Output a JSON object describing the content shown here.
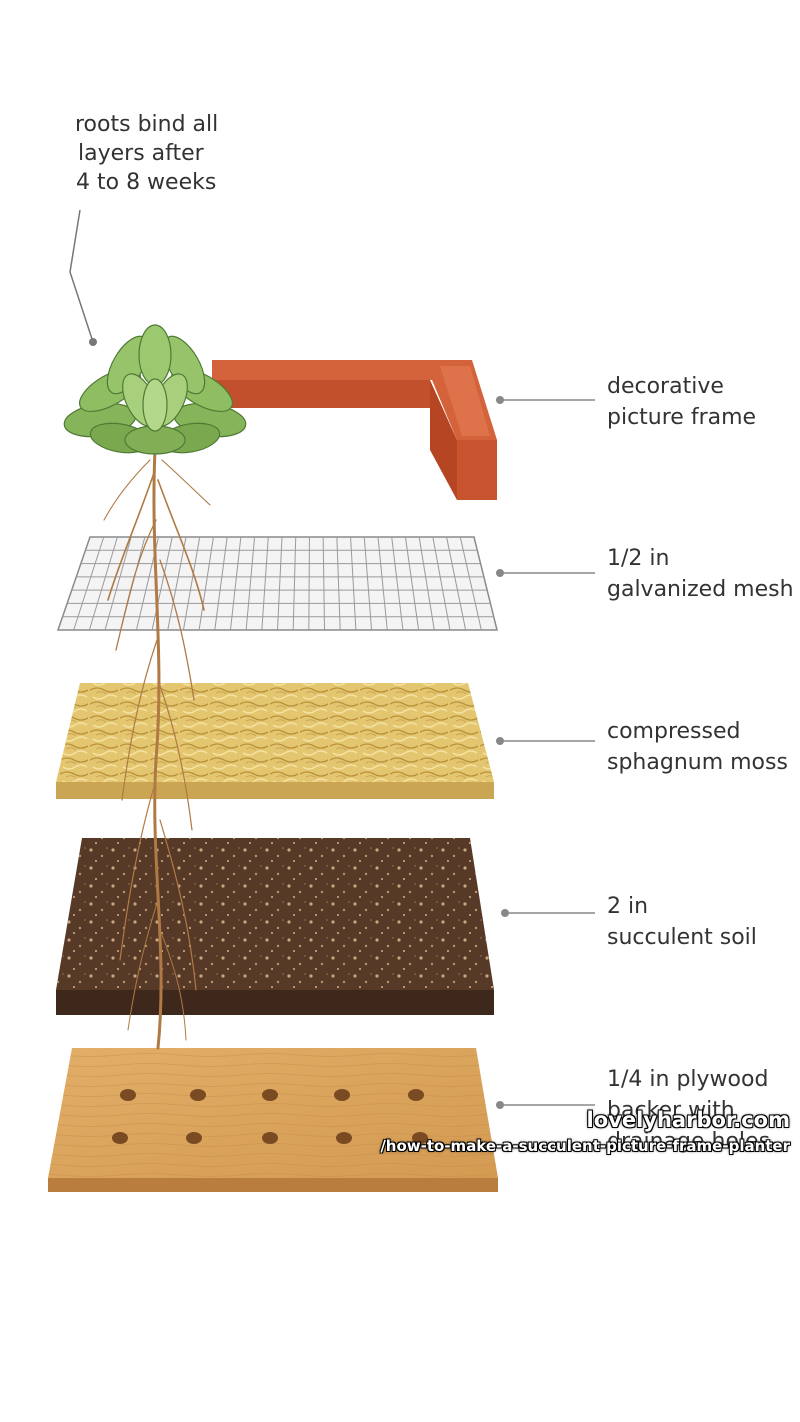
{
  "annotation": {
    "lines": [
      "roots bind all",
      "layers after",
      "4 to 8 weeks"
    ]
  },
  "layers": [
    {
      "id": "frame",
      "lines": [
        "decorative",
        "picture frame"
      ],
      "color": "#cf5a36"
    },
    {
      "id": "mesh",
      "lines": [
        "1/2 in",
        "galvanized mesh"
      ],
      "color": "#8a8a8a"
    },
    {
      "id": "moss",
      "lines": [
        "compressed",
        "sphagnum moss"
      ],
      "color": "#e2c46e"
    },
    {
      "id": "soil",
      "lines": [
        "2 in",
        "succulent soil"
      ],
      "color": "#4a3121"
    },
    {
      "id": "plywood",
      "lines": [
        "1/4 in plywood",
        "backer with",
        "drainage holes"
      ],
      "color": "#d9a25a"
    }
  ],
  "watermark": {
    "domain": "lovelyharbor.com",
    "path": "/how-to-make-a-succulent-picture-frame-planter"
  }
}
